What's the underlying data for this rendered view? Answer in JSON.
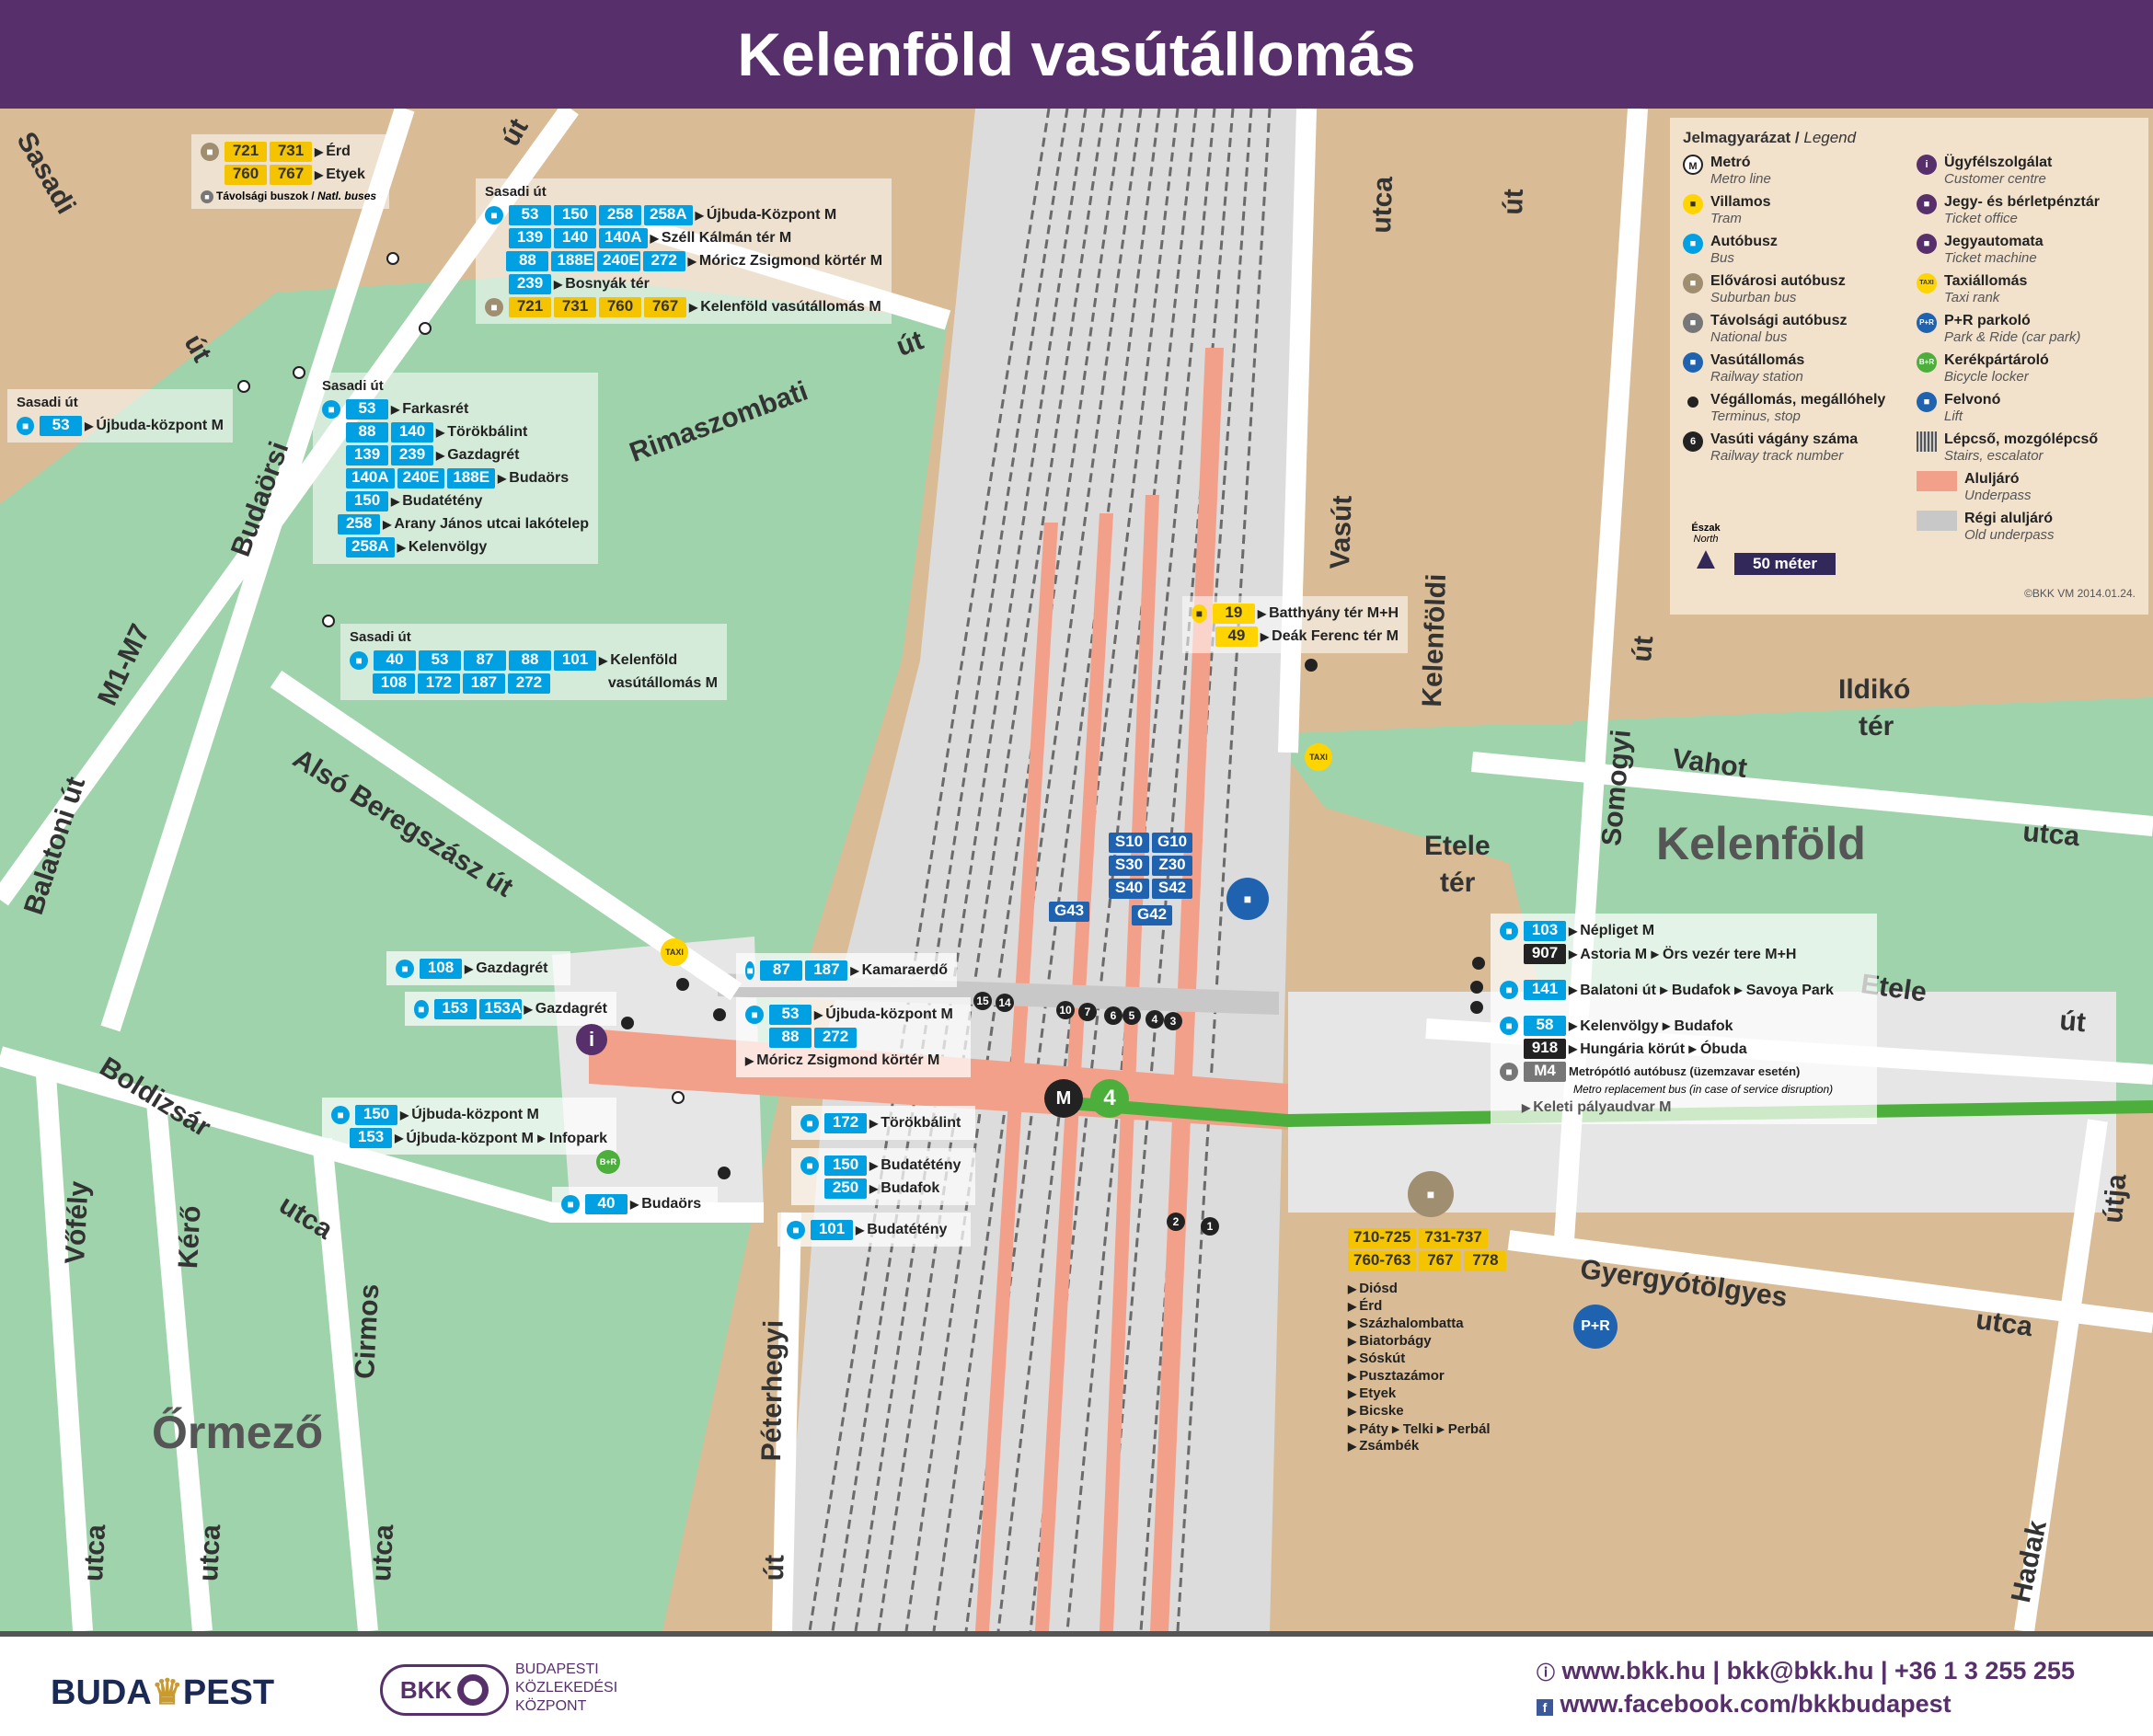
{
  "title": "Kelenföld vasútállomás",
  "colors": {
    "header": "#57306b",
    "bus": "#00a0e3",
    "suburban": "#f5c400",
    "underpass": "#f3a08a",
    "metro_line": "#4caf3c",
    "green": "#9fd3ab",
    "block": "#d9bc96"
  },
  "streets": {
    "sasadi": "Sasadi",
    "ut1": "út",
    "ut2": "út",
    "budaorsi": "Budaörsi",
    "m1m7": "M1-M7",
    "balatoni": "Balatoni út",
    "rimaszombati": "Rimaszombati",
    "ut3": "út",
    "also_beregszasz": "Alsó Beregszász út",
    "boldizsar": "Boldizsár",
    "utca1": "utca",
    "vofely": "Vőfély",
    "utca2": "utca",
    "kero": "Kérő",
    "utca3": "utca",
    "cirmos": "Cirmos",
    "utca4": "utca",
    "peterhegyi": "Péterhegyi",
    "ut4": "út",
    "vasut": "Vasút",
    "utca5": "utca",
    "ut5": "út",
    "kelenfoldi": "Kelenföldi",
    "somogyi": "Somogyi",
    "ut6": "út",
    "ut7": "út",
    "vahot": "Vahot",
    "utca6": "utca",
    "ildiko": "Ildikó",
    "ter1": "tér",
    "etele_ter1": "Etele",
    "etele_ter2": "tér",
    "etele": "Etele",
    "ut8": "út",
    "gyergyo": "Gyergyótölgyes",
    "utca7": "utca",
    "hadak": "Hadak",
    "utja": "útja"
  },
  "districts": {
    "kelenfold": "Kelenföld",
    "ormezo": "Őrmező"
  },
  "boxes": {
    "natl": {
      "rows": [
        {
          "badges": [
            "721",
            "731"
          ],
          "dest": "Érd"
        },
        {
          "badges": [
            "760",
            "767"
          ],
          "dest": "Etyek"
        }
      ],
      "caption": "Távolsági buszok",
      "caption_en": "Natl. buses"
    },
    "sasadi_top": {
      "title": "Sasadi út",
      "rows": [
        {
          "badges": [
            "53",
            "150",
            "258",
            "258A"
          ],
          "dest": "Újbuda-Központ M"
        },
        {
          "badges": [
            "139",
            "140",
            "140A"
          ],
          "dest": "Széll Kálmán tér M"
        },
        {
          "badges": [
            "88",
            "188E",
            "240E",
            "272"
          ],
          "dest": "Móricz Zsigmond körtér M"
        },
        {
          "badges": [
            "239"
          ],
          "dest": "Bosnyák tér"
        },
        {
          "badges": [
            "721",
            "731",
            "760",
            "767"
          ],
          "dest": "Kelenföld vasútállomás M"
        }
      ]
    },
    "sasadi_left": {
      "title": "Sasadi út",
      "rows": [
        {
          "badges": [
            "53"
          ],
          "dest": "Újbuda-központ M"
        }
      ]
    },
    "sasadi_mid": {
      "title": "Sasadi út",
      "rows": [
        {
          "badges": [
            "53"
          ],
          "dest": "Farkasrét"
        },
        {
          "badges": [
            "88",
            "140"
          ],
          "dest": "Törökbálint"
        },
        {
          "badges": [
            "139",
            "239"
          ],
          "dest": "Gazdagrét"
        },
        {
          "badges": [
            "140A",
            "240E",
            "188E"
          ],
          "dest": "Budaörs"
        },
        {
          "badges": [
            "150"
          ],
          "dest": "Budatétény"
        },
        {
          "badges": [
            "258"
          ],
          "dest": "Arany János utcai lakótelep"
        },
        {
          "badges": [
            "258A"
          ],
          "dest": "Kelenvölgy"
        }
      ]
    },
    "sasadi_low": {
      "title": "Sasadi út",
      "rows": [
        {
          "badges": [
            "40",
            "53",
            "87",
            "88",
            "101"
          ],
          "dest": "Kelenföld"
        },
        {
          "badges": [
            "108",
            "172",
            "187",
            "272"
          ],
          "dest": "vasútállomás M"
        }
      ]
    },
    "tram": {
      "rows": [
        {
          "badges": [
            "19"
          ],
          "dest": "Batthyány tér M+H"
        },
        {
          "badges": [
            "49"
          ],
          "dest": "Deák Ferenc tér M"
        }
      ]
    },
    "rail": {
      "rows": [
        [
          "S10",
          "G10"
        ],
        [
          "S30",
          "Z30"
        ],
        [
          "S40",
          "S42"
        ]
      ],
      "g43": "G43",
      "g42": "G42"
    },
    "k87": {
      "rows": [
        {
          "badges": [
            "87",
            "187"
          ],
          "dest": "Kamaraerdő"
        }
      ]
    },
    "k108": {
      "rows": [
        {
          "badges": [
            "108"
          ],
          "dest": "Gazdagrét"
        }
      ]
    },
    "k153": {
      "rows": [
        {
          "badges": [
            "153",
            "153A"
          ],
          "dest": "Gazdagrét"
        }
      ]
    },
    "k53": {
      "rows": [
        {
          "badges": [
            "53"
          ],
          "dest": "Újbuda-központ M"
        },
        {
          "badges": [
            "88",
            "272"
          ],
          "dest": ""
        },
        {
          "badges": [],
          "dest": "Móricz Zsigmond körtér M"
        }
      ]
    },
    "k150": {
      "rows": [
        {
          "badges": [
            "150"
          ],
          "dest": "Újbuda-központ M"
        },
        {
          "badges": [
            "153"
          ],
          "dest": "Újbuda-központ M ▸ Infopark"
        }
      ]
    },
    "k172": {
      "rows": [
        {
          "badges": [
            "172"
          ],
          "dest": "Törökbálint"
        }
      ]
    },
    "k150b": {
      "rows": [
        {
          "badges": [
            "150"
          ],
          "dest": "Budatétény"
        },
        {
          "badges": [
            "250"
          ],
          "dest": "Budafok"
        }
      ]
    },
    "k101": {
      "rows": [
        {
          "badges": [
            "101"
          ],
          "dest": "Budatétény"
        }
      ]
    },
    "k40": {
      "rows": [
        {
          "badges": [
            "40"
          ],
          "dest": "Budaörs"
        }
      ]
    },
    "east": {
      "rows": [
        {
          "badges": [
            "103"
          ],
          "dest": "Népliget M",
          "type": "bus"
        },
        {
          "badges": [
            "907"
          ],
          "dest": "Astoria M ▸ Örs vezér tere M+H",
          "type": "night"
        },
        {
          "badges": [
            "141"
          ],
          "dest": "Balatoni út ▸ Budafok ▸ Savoya Park",
          "type": "bus"
        },
        {
          "badges": [
            "58"
          ],
          "dest": "Kelenvölgy ▸ Budafok",
          "type": "bus"
        },
        {
          "badges": [
            "918"
          ],
          "dest": "Hungária körút ▸ Óbuda",
          "type": "night"
        },
        {
          "badges": [
            "M4"
          ],
          "dest": "Metrópótló autóbusz (üzemzavar esetén)",
          "type": "m4"
        }
      ],
      "m4_en": "Metro replacement bus (in case of service disruption)",
      "keleti": "Keleti pályaudvar M"
    },
    "coach": {
      "badges_row1": [
        "710-725",
        "731-737"
      ],
      "badges_row2": [
        "760-763",
        "767",
        "778"
      ],
      "dests": [
        "Diósd",
        "Érd",
        "Százhalombatta",
        "Biatorbágy",
        "Sóskút",
        "Pusztazámor",
        "Etyek",
        "Bicske",
        "Páty ▸ Telki ▸ Perbál",
        "Zsámbék"
      ]
    }
  },
  "legend": {
    "title": "Jelmagyarázat / ",
    "title_en": "Legend",
    "left": [
      {
        "hu": "Metró",
        "en": "Metro line",
        "icon": "metro-icon"
      },
      {
        "hu": "Villamos",
        "en": "Tram",
        "icon": "tram-icon"
      },
      {
        "hu": "Autóbusz",
        "en": "Bus",
        "icon": "bus-icon"
      },
      {
        "hu": "Elővárosi autóbusz",
        "en": "Suburban bus",
        "icon": "suburban-bus-icon"
      },
      {
        "hu": "Távolsági autóbusz",
        "en": "National bus",
        "icon": "national-bus-icon"
      },
      {
        "hu": "Vasútállomás",
        "en": "Railway station",
        "icon": "railway-icon"
      },
      {
        "hu": "Végállomás, megállóhely",
        "en": "Terminus, stop",
        "icon": "stop-icon"
      },
      {
        "hu": "Vasúti vágány száma",
        "en": "Railway track number",
        "icon": "track-number-icon"
      }
    ],
    "right": [
      {
        "hu": "Ügyfélszolgálat",
        "en": "Customer centre",
        "icon": "info-icon"
      },
      {
        "hu": "Jegy- és bérletpénztár",
        "en": "Ticket office",
        "icon": "ticket-office-icon"
      },
      {
        "hu": "Jegyautomata",
        "en": "Ticket machine",
        "icon": "ticket-machine-icon"
      },
      {
        "hu": "Taxiállomás",
        "en": "Taxi rank",
        "icon": "taxi-icon"
      },
      {
        "hu": "P+R parkoló",
        "en": "Park & Ride (car park)",
        "icon": "park-ride-icon"
      },
      {
        "hu": "Kerékpártároló",
        "en": "Bicycle locker",
        "icon": "bicycle-icon"
      },
      {
        "hu": "Felvonó",
        "en": "Lift",
        "icon": "lift-icon"
      },
      {
        "hu": "Lépcső, mozgólépcső",
        "en": "Stairs, escalator",
        "icon": "stairs-icon"
      },
      {
        "hu": "Aluljáró",
        "en": "Underpass",
        "icon": "underpass-swatch"
      },
      {
        "hu": "Régi aluljáró",
        "en": "Old underpass",
        "icon": "old-underpass-swatch"
      }
    ],
    "north": "Észak",
    "north_en": "North",
    "scale": "50 méter",
    "credit": "©BKK VM 2014.01.24."
  },
  "pois": {
    "taxi": "TAXI",
    "br": "B+R",
    "pr": "P+R",
    "metro_num": "4",
    "info": "i"
  },
  "tracks": [
    "15",
    "14",
    "10",
    "7",
    "6",
    "5",
    "4",
    "3",
    "2",
    "1"
  ],
  "footer": {
    "budapest_left": "BUDA",
    "budapest_right": "PEST",
    "bkk": "BKK",
    "bkk_name": [
      "BUDAPESTI",
      "KÖZLEKEDÉSI",
      "KÖZPONT"
    ],
    "web": "www.bkk.hu",
    "email": "bkk@bkk.hu",
    "phone": "+36 1 3 255 255",
    "facebook": "www.facebook.com/bkkbudapest"
  }
}
